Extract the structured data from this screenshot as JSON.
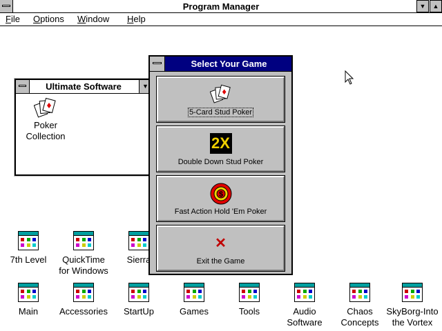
{
  "window": {
    "title": "Program Manager"
  },
  "menu": [
    {
      "label": "File",
      "accel": "F",
      "rest": "ile"
    },
    {
      "label": "Options",
      "accel": "O",
      "rest": "ptions"
    },
    {
      "label": "Window",
      "accel": "W",
      "rest": "indow"
    },
    {
      "label": "Help",
      "accel": "H",
      "rest": "elp"
    }
  ],
  "group_window": {
    "title": "Ultimate Software",
    "items": [
      {
        "label_line1": "Poker",
        "label_line2": "Collection",
        "icon": "poker-cards-icon"
      }
    ]
  },
  "dialog": {
    "title": "Select Your Game",
    "buttons": [
      {
        "label": "5-Card Stud Poker",
        "icon": "poker-cards-icon"
      },
      {
        "label": "Double Down Stud Poker",
        "icon": "2x-icon",
        "icon_text": "2X"
      },
      {
        "label": "Fast Action Hold 'Em Poker",
        "icon": "poker-chip-icon"
      },
      {
        "label": "Exit the Game",
        "icon": "red-x-icon"
      }
    ]
  },
  "desktop_groups_row1": [
    {
      "label": "7th Level"
    },
    {
      "label": "QuickTime for Windows"
    },
    {
      "label": "Sierra"
    }
  ],
  "desktop_groups_row2": [
    {
      "label": "Main"
    },
    {
      "label": "Accessories"
    },
    {
      "label": "StartUp"
    },
    {
      "label": "Games"
    },
    {
      "label": "Tools"
    },
    {
      "label": "Audio Software"
    },
    {
      "label": "Chaos Concepts"
    },
    {
      "label": "SkyBorg-Into the Vortex"
    }
  ],
  "colors": {
    "title_active": "#000080",
    "dialog_bg": "#c0c0c0",
    "icon_header": "#00a0a0"
  }
}
